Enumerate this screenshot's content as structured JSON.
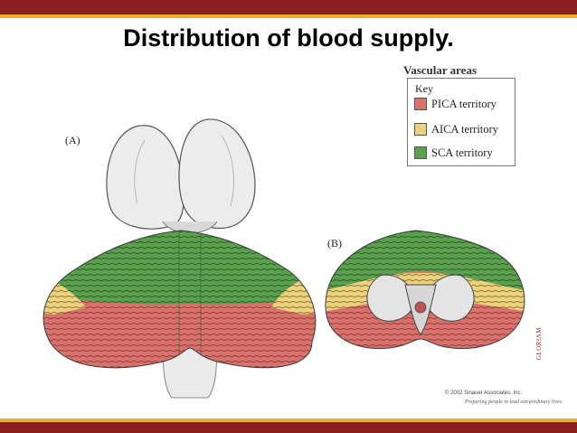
{
  "title": "Distribution of blood supply.",
  "legend": {
    "heading": "Vascular areas",
    "key_label": "Key",
    "items": [
      {
        "label": "PICA territory",
        "color": "#d9726c"
      },
      {
        "label": "AICA territory",
        "color": "#ecd27e"
      },
      {
        "label": "SCA territory",
        "color": "#5aa04e"
      }
    ]
  },
  "panels": {
    "a_label": "(A)",
    "b_label": "(B)"
  },
  "colors": {
    "bar": "#8c1d22",
    "bar_stripe": "#e8b023",
    "brainstem": "#ececec",
    "outline": "#3a3a3a"
  },
  "footer": {
    "copyright": "© 2002 Sinauer Associates, Inc.",
    "tagline": "Preparing people to lead extraordinary lives"
  },
  "watermark": "GLORIAM"
}
